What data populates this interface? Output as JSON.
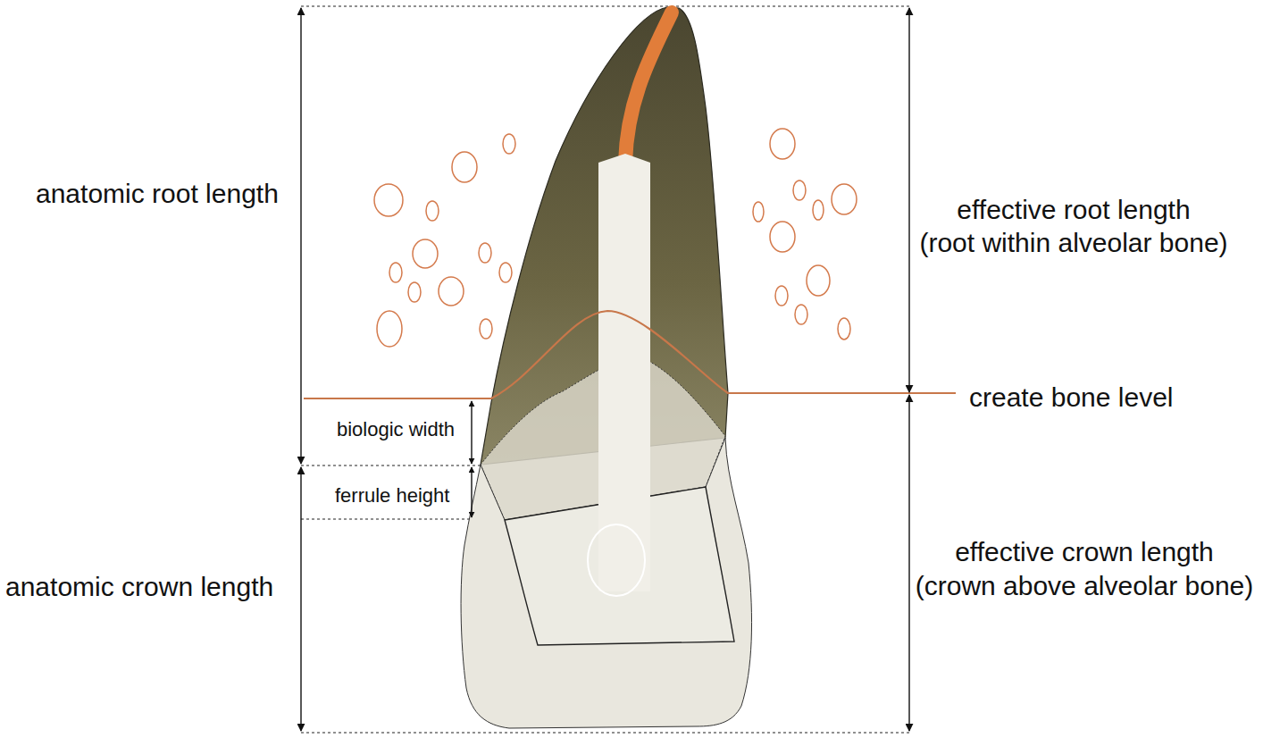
{
  "diagram": {
    "labels": [
      "anatomic root length",
      "effective root length",
      "(root within alveolar bone)",
      "create bone level",
      "biologic width",
      "ferrule height",
      "effective crown length",
      "(crown above alveolar bone)",
      "anatomic crown length"
    ]
  }
}
